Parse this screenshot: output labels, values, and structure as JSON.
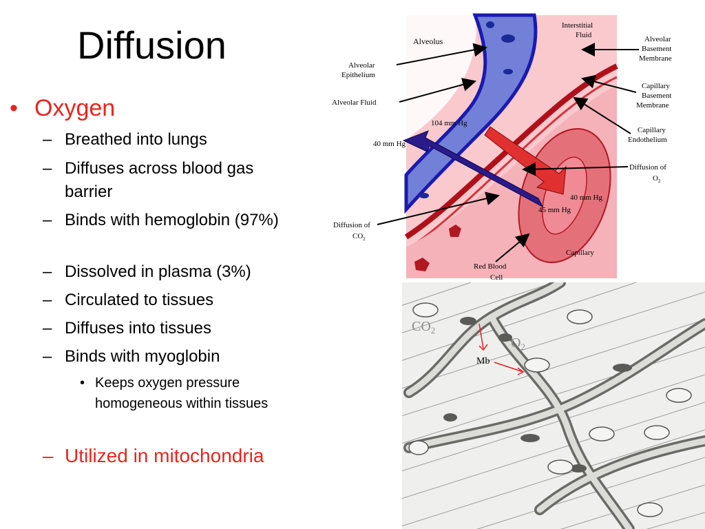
{
  "slide": {
    "title": "Diffusion",
    "main_bullet": "Oxygen",
    "sub_bullets": [
      "Breathed into lungs",
      "Diffuses across blood gas barrier",
      "Binds with hemoglobin (97%)",
      "Dissolved in plasma (3%)",
      "Circulated to tissues",
      "Diffuses into tissues",
      "Binds with myoglobin"
    ],
    "sub_sub_bullet": "Keeps oxygen pressure homogeneous within tissues",
    "red_bullet": "Utilized in mitochondria"
  },
  "diagram1_labels": {
    "alveolus": "Alveolus",
    "interstitial_fluid_1": "Interstitial",
    "interstitial_fluid_2": "Fluid",
    "alveolar_epithelium_1": "Alveolar",
    "alveolar_epithelium_2": "Epithelium",
    "alveolar_fluid": "Alveolar Fluid",
    "p104": "104 mm Hg",
    "p40_left": "40 mm Hg",
    "p40_right": "40 mm Hg",
    "p45": "45 mm Hg",
    "alveolar_basement_1": "Alveolar",
    "alveolar_basement_2": "Basement",
    "alveolar_basement_3": "Membrane",
    "capillary_basement_1": "Capillary",
    "capillary_basement_2": "Basement",
    "capillary_basement_3": "Membrane",
    "capillary_endothelium_1": "Capillary",
    "capillary_endothelium_2": "Endothelium",
    "diffusion_o2_1": "Diffusion of",
    "diffusion_o2_2": "O",
    "diffusion_co2_1": "Diffusion of",
    "diffusion_co2_2": "CO",
    "sub2": "2",
    "red_blood_cell_1": "Red Blood",
    "red_blood_cell_2": "Cell",
    "capillary": "Capillary"
  },
  "diagram2_labels": {
    "co2": "CO",
    "o2": "O",
    "sub2": "2",
    "mb": "Mb"
  },
  "colors": {
    "accent_red": "#e8241d",
    "alveolar_blue": "#6a78d8",
    "capillary_pink": "#f5b2b8"
  }
}
